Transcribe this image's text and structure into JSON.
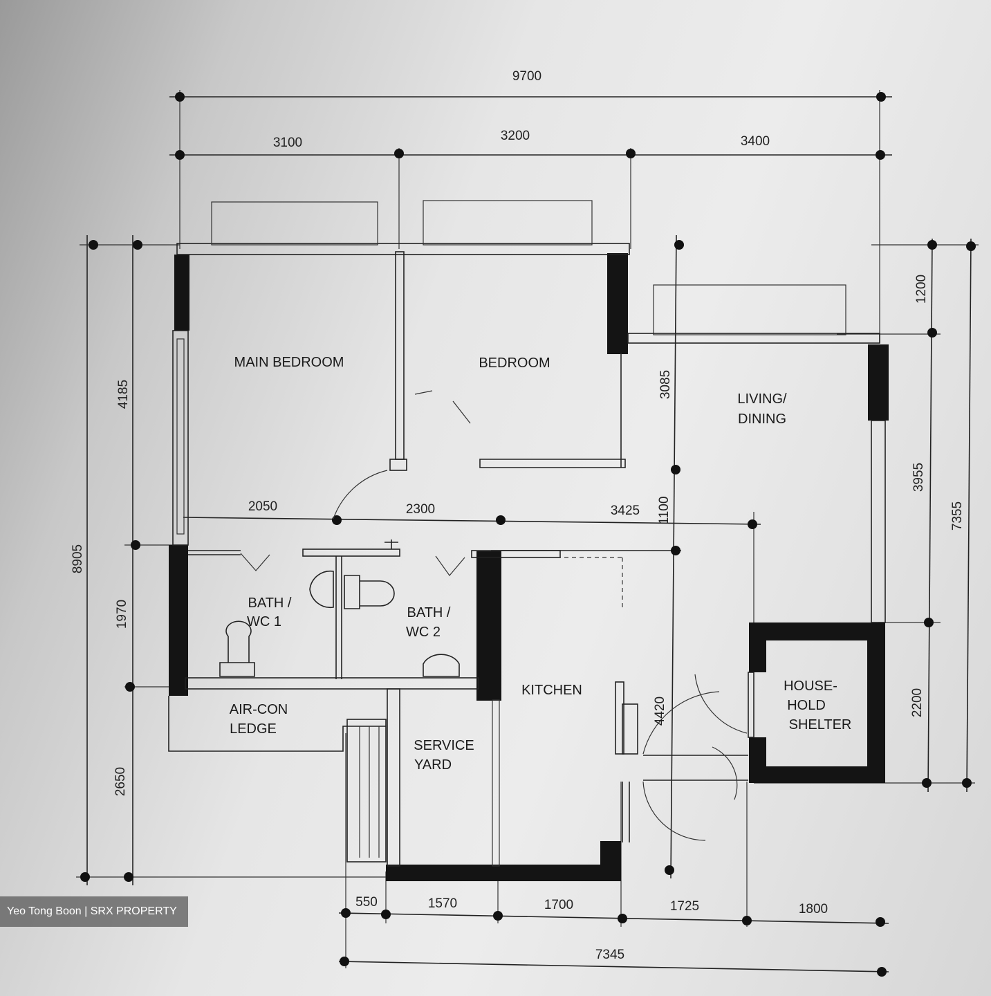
{
  "dimensions": {
    "top_total": "9700",
    "top_seg1": "3100",
    "top_seg2": "3200",
    "top_seg3": "3400",
    "left_total": "8905",
    "left_seg1": "4185",
    "left_seg2": "1970",
    "left_seg3": "2650",
    "mid_seg1": "2050",
    "mid_seg2": "2300",
    "mid_seg3": "3425",
    "living_height": "3085",
    "kitchen_gap": "1100",
    "kitchen_height": "4420",
    "right_seg1": "1200",
    "right_seg2": "3955",
    "right_total": "7355",
    "right_seg3": "2200",
    "bottom_seg1": "550",
    "bottom_seg2": "1570",
    "bottom_seg3": "1700",
    "bottom_seg4": "1725",
    "bottom_seg5": "1800",
    "bottom_total": "7345"
  },
  "rooms": {
    "main_bedroom": "MAIN BEDROOM",
    "bedroom": "BEDROOM",
    "living_line1": "LIVING/",
    "living_line2": "DINING",
    "bath1_line1": "BATH /",
    "bath1_line2": "WC 1",
    "bath2_line1": "BATH /",
    "bath2_line2": "WC 2",
    "kitchen": "KITCHEN",
    "aircon_line1": "AIR-CON",
    "aircon_line2": "LEDGE",
    "service_line1": "SERVICE",
    "service_line2": "YARD",
    "shelter_line1": "HOUSE-",
    "shelter_line2": "HOLD",
    "shelter_line3": "SHELTER"
  },
  "watermark": "Yeo Tong Boon | SRX PROPERTY"
}
